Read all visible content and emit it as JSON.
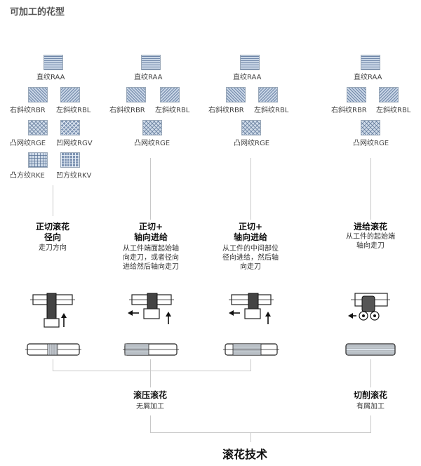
{
  "heading": "可加工的花型",
  "patterns": {
    "raa": "直纹RAA",
    "rbr": "右斜纹RBR",
    "rbl": "左斜纹RBL",
    "rge": "凸网纹RGE",
    "rgv": "凹网纹RGV",
    "rke": "凸方纹RKE",
    "rkv": "凹方纹RKV"
  },
  "methods": [
    {
      "title1": "正切滚花",
      "title2": "径向",
      "desc": [
        "走刀方向"
      ]
    },
    {
      "title1": "正切+",
      "title2": "轴向进给",
      "desc": [
        "从工件端面起始轴",
        "向走刀，或者径向",
        "进给然后轴向走刀"
      ]
    },
    {
      "title1": "正切+",
      "title2": "轴向进给",
      "desc": [
        "从工件的中间部位",
        "径向进给，然后轴",
        "向走刀"
      ]
    },
    {
      "title1": "进给滚花",
      "desc": [
        "从工件的起始端",
        "轴向走刀"
      ]
    }
  ],
  "groups": [
    {
      "title": "滚压滚花",
      "desc": "无屑加工"
    },
    {
      "title": "切削滚花",
      "desc": "有屑加工"
    }
  ],
  "final": "滚花技术",
  "colors": {
    "swatch_dark": "#6f86a8",
    "swatch_light": "#c9d6e6",
    "line": "#c8c8c8",
    "text": "#111111"
  }
}
